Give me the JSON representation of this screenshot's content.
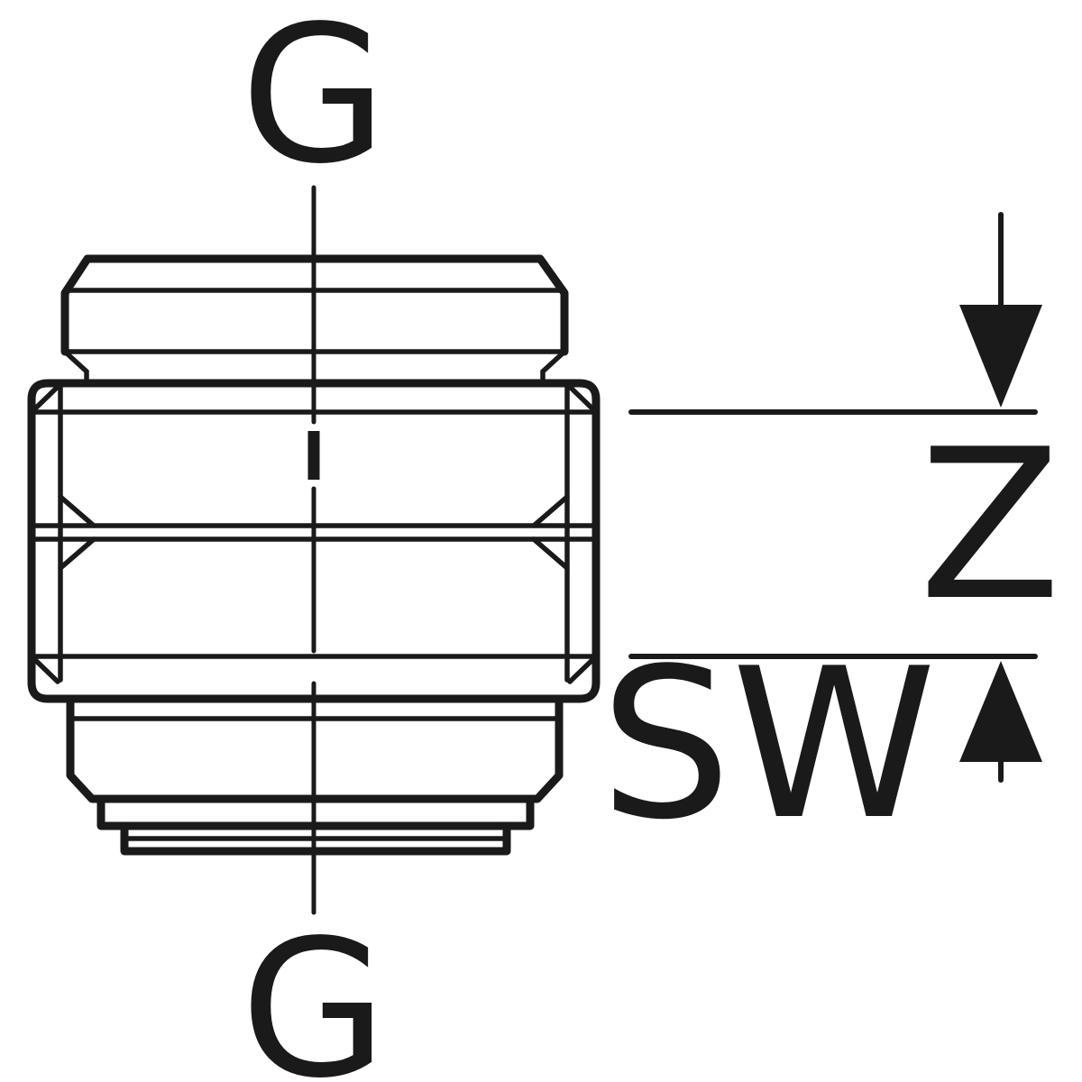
{
  "diagram": {
    "labels": {
      "thread_top": "G",
      "thread_bottom": "G",
      "dimension_z": "Z",
      "dimension_sw": "SW"
    },
    "colors": {
      "line": "#1a1a1a",
      "background": "#ffffff"
    }
  }
}
